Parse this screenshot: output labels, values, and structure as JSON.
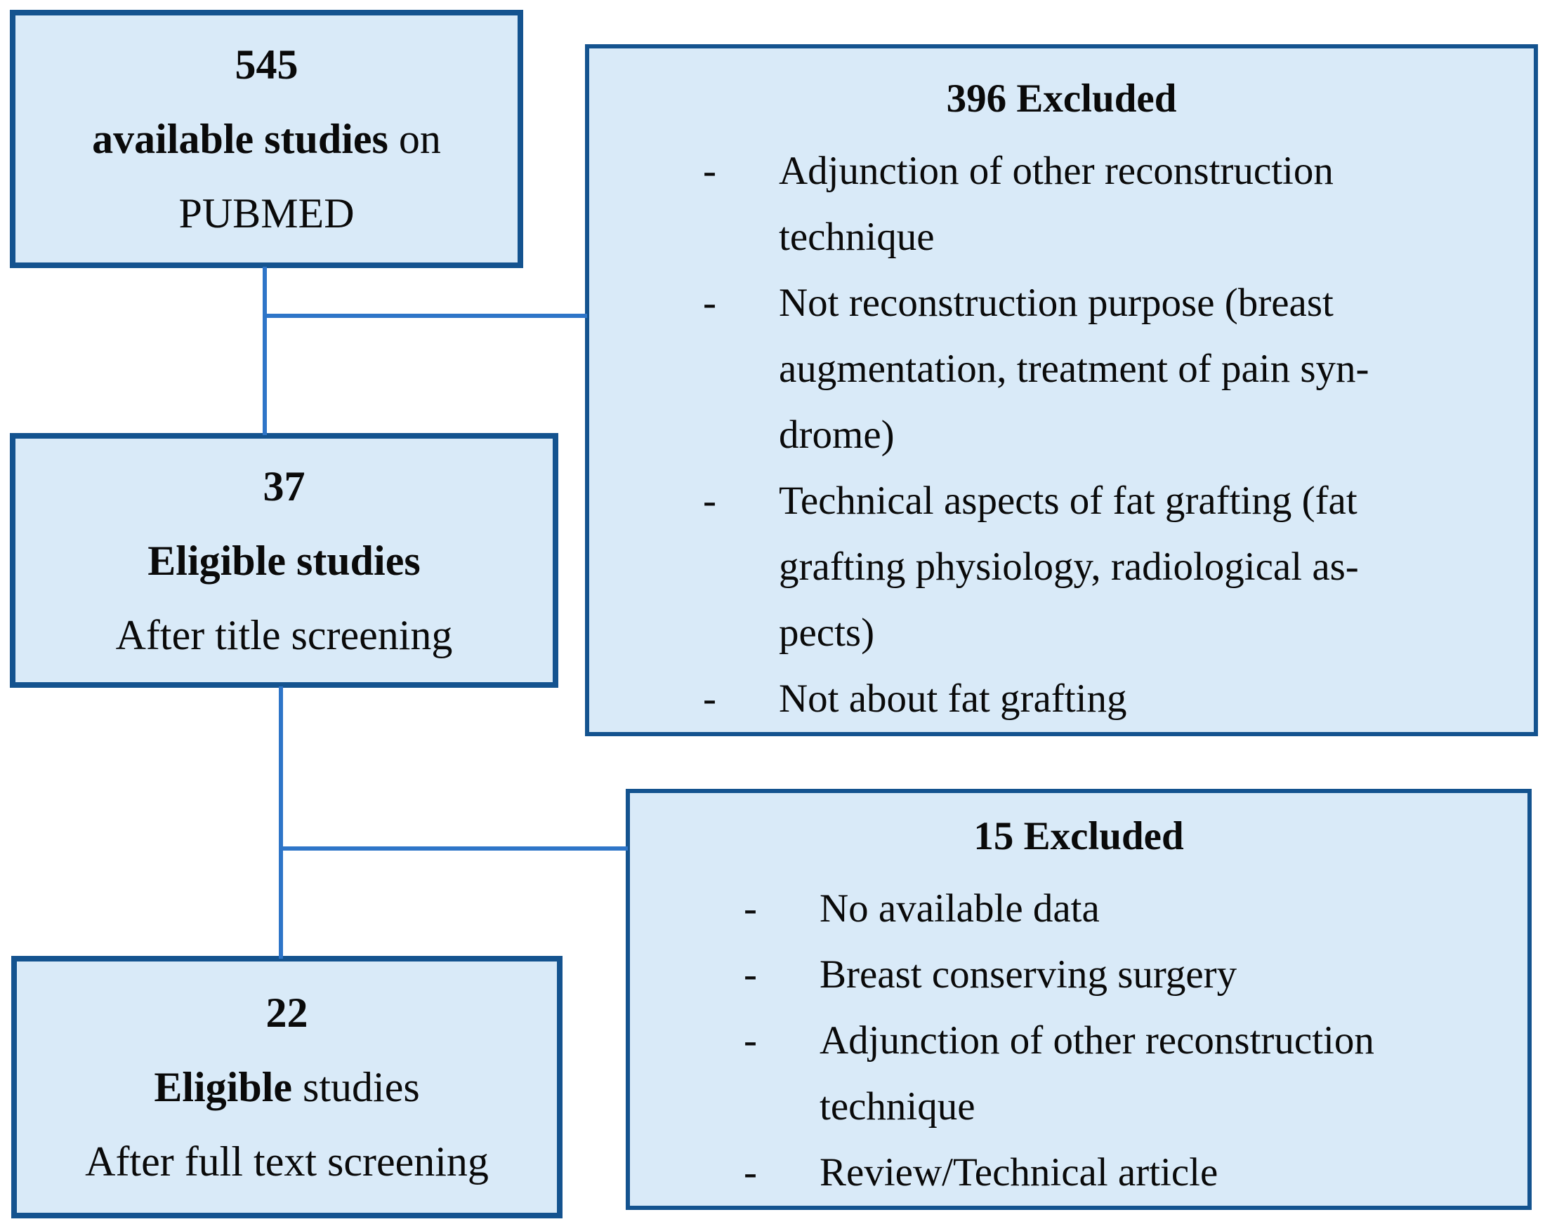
{
  "flowchart": {
    "colors": {
      "box_fill": "#d9eaf8",
      "box_border": "#14538f",
      "connector": "#2e75c8",
      "text": "#0a0a0a"
    },
    "boxes": {
      "pubmed": {
        "count": "545",
        "label_bold": "available studies",
        "label_rest": " on",
        "line3": "PUBMED"
      },
      "title_screening": {
        "count": "37",
        "label_bold": "Eligible studies",
        "label_rest": "",
        "line3": "After title screening"
      },
      "full_text": {
        "count": "22",
        "label_bold": "Eligible",
        "label_rest": " studies",
        "line3": "After full text screening"
      },
      "excluded_title": {
        "title": "396 Excluded",
        "bullet": "-",
        "items": [
          "Adjunction of other reconstruction\ntechnique",
          "Not reconstruction purpose (breast\naugmentation, treatment of pain syn-\ndrome)",
          "Technical aspects of fat grafting (fat\ngrafting physiology, radiological as-\npects)",
          "Not about fat grafting"
        ]
      },
      "excluded_full": {
        "title": "15 Excluded",
        "bullet": "-",
        "items": [
          "No available data",
          "Breast conserving surgery",
          "Adjunction of other reconstruction\ntechnique",
          "Review/Technical article"
        ]
      }
    }
  }
}
